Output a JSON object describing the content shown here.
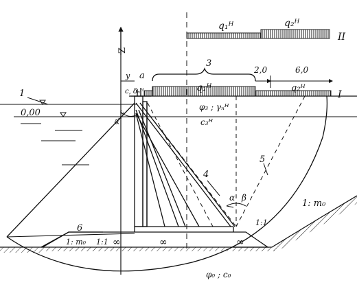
{
  "labels": {
    "axis_z": "Z",
    "axis_y": "y",
    "water_level": "0,00",
    "callout_1": "1",
    "callout_3": "3",
    "callout_4": "4",
    "callout_5": "5",
    "callout_6": "6",
    "dim_a": "a",
    "dim_2_0": "2,0",
    "dim_6_0": "6,0",
    "load_q1": "q₁ᴴ",
    "load_q2": "q₂ᴴ",
    "load_q1_top": "q₁ᴴ",
    "load_q2_top": "q₂ᴴ",
    "level_I": "I",
    "level_II": "II",
    "soil_params_upper": "φ₃ ; γₙᴴ",
    "soil_param_c": "c₃ᴴ",
    "wall_params": "c, δₙᴴ",
    "angle_params": "φₑ, ε",
    "angle_alpha": "α",
    "angle_beta": "β",
    "slope_right": "1: m₀",
    "slope_left": "1: m₀",
    "slope_left_b": "1:1",
    "slope_right_b": "1:1",
    "base_params": "φ₀ ; c₀",
    "block_symbol": "∞"
  }
}
